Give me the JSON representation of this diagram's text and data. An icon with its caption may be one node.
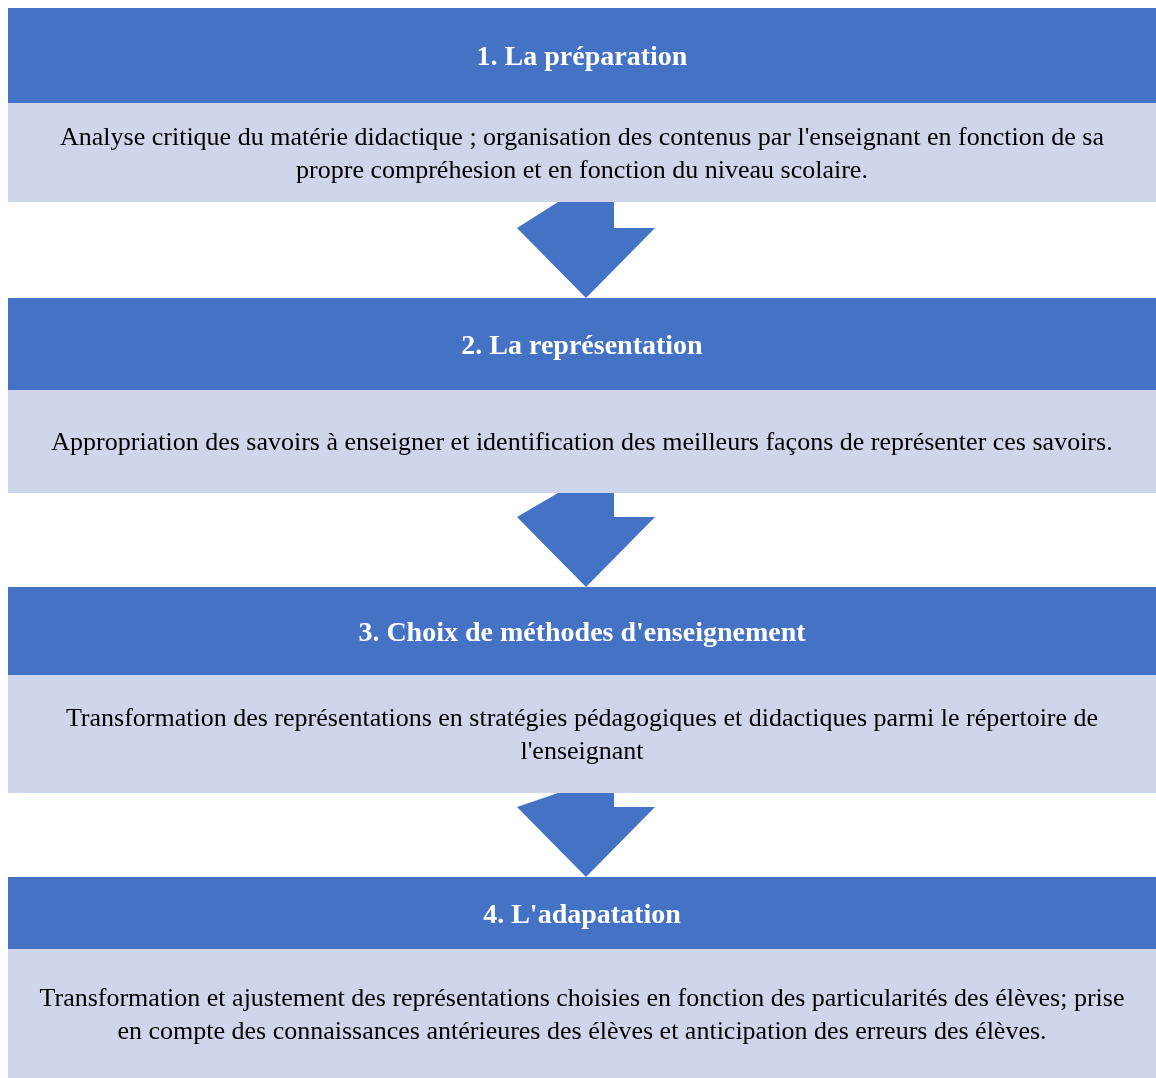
{
  "diagram": {
    "nodes": [
      {
        "text": [
          "1. La préparation"
        ]
      },
      {
        "text": [
          "Analyse critique du matérie didactique ; organisation des contenus par l'enseignant en fonction de sa propre compréhesion et en fonction du niveau scolaire."
        ]
      },
      {
        "text": [
          "2. La représentation"
        ]
      },
      {
        "text": [
          "Appropriation des savoirs à enseigner et identification des meilleurs façons de représenter ces savoirs."
        ]
      },
      {
        "text": [
          "3. Choix de méthodes d'enseignement"
        ]
      },
      {
        "text": [
          "Transformation des représentations en stratégies pédagogiques et didactiques parmi le répertoire de l'enseignant"
        ]
      },
      {
        "text": [
          "4. L'adapatation"
        ]
      },
      {
        "text": [
          "Transformation et ajustement des représentations choisies en fonction des particularités des élèves; prise en compte des connaissances antérieures des élèves et anticipation des erreurs des élèves."
        ]
      }
    ],
    "edges": [
      {
        "from": 1,
        "to": 2,
        "arrow": "to"
      },
      {
        "from": 3,
        "to": 4,
        "arrow": "to"
      },
      {
        "from": 5,
        "to": 6,
        "arrow": "to"
      }
    ]
  }
}
